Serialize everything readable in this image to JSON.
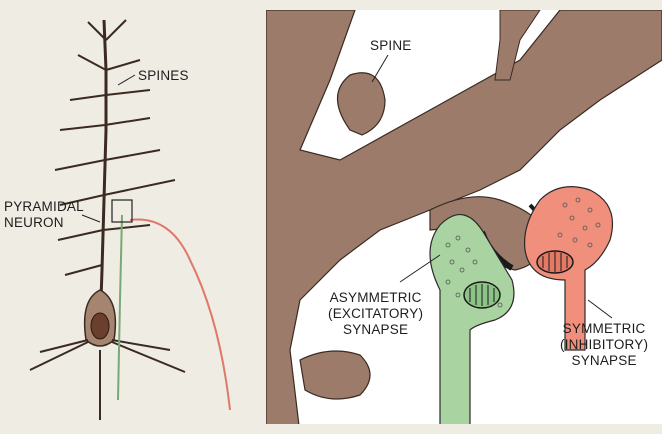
{
  "labels": {
    "spines": "SPINES",
    "pyramidal_neuron": "PYRAMIDAL\nNEURON",
    "spine": "SPINE",
    "asymmetric_synapse": "ASYMMETRIC\n(EXCITATORY)\nSYNAPSE",
    "symmetric_synapse": "SYMMETRIC\n(INHIBITORY)\nSYNAPSE"
  },
  "colors": {
    "background": "#efece4",
    "panel": "#ffffff",
    "dendrite": "#9c7b6b",
    "neuron_small": "#a58570",
    "excitatory_terminal": "#a9d3a0",
    "inhibitory_terminal": "#f08f7c",
    "postsynaptic_density": "#1a1a1a",
    "outline": "#2a2a2a"
  }
}
